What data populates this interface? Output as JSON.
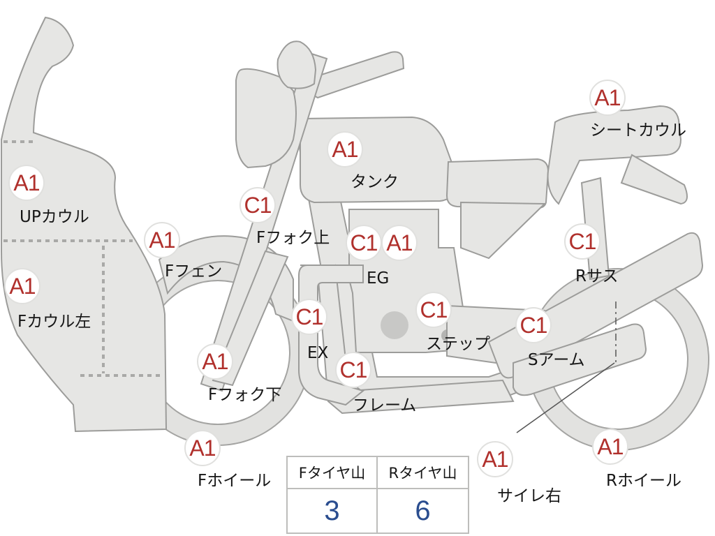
{
  "parts": [
    {
      "id": "up-cowl",
      "grade": "A1",
      "label": "UPカウル"
    },
    {
      "id": "f-cowl-left",
      "grade": "A1",
      "label": "Fカウル左"
    },
    {
      "id": "f-fender",
      "grade": "A1",
      "label": "Fフェン"
    },
    {
      "id": "f-fork-upper",
      "grade": "C1",
      "label": "Fフォク上"
    },
    {
      "id": "f-fork-lower",
      "grade": "A1",
      "label": "Fフォク下"
    },
    {
      "id": "f-wheel",
      "grade": "A1",
      "label": "Fホイール"
    },
    {
      "id": "tank",
      "grade": "A1",
      "label": "タンク"
    },
    {
      "id": "engine",
      "grade_1": "C1",
      "grade_2": "A1",
      "label": "EG"
    },
    {
      "id": "exhaust",
      "grade": "C1",
      "label": "EX"
    },
    {
      "id": "frame",
      "grade": "C1",
      "label": "フレーム"
    },
    {
      "id": "step",
      "grade": "C1",
      "label": "ステップ"
    },
    {
      "id": "seat-cowl",
      "grade": "A1",
      "label": "シートカウル"
    },
    {
      "id": "r-suspension",
      "grade": "C1",
      "label": "Rサス"
    },
    {
      "id": "swing-arm",
      "grade": "C1",
      "label": "Sアーム"
    },
    {
      "id": "silencer-right",
      "grade": "A1",
      "label": "サイレ右"
    },
    {
      "id": "r-wheel",
      "grade": "A1",
      "label": "Rホイール"
    }
  ],
  "tire_table": {
    "headers": [
      "Fタイヤ山",
      "Rタイヤ山"
    ],
    "values": [
      "3",
      "6"
    ]
  },
  "colors": {
    "grade_text": "#b0302c",
    "table_value": "#2a4d8f",
    "part_fill": "#e6e6e4"
  }
}
